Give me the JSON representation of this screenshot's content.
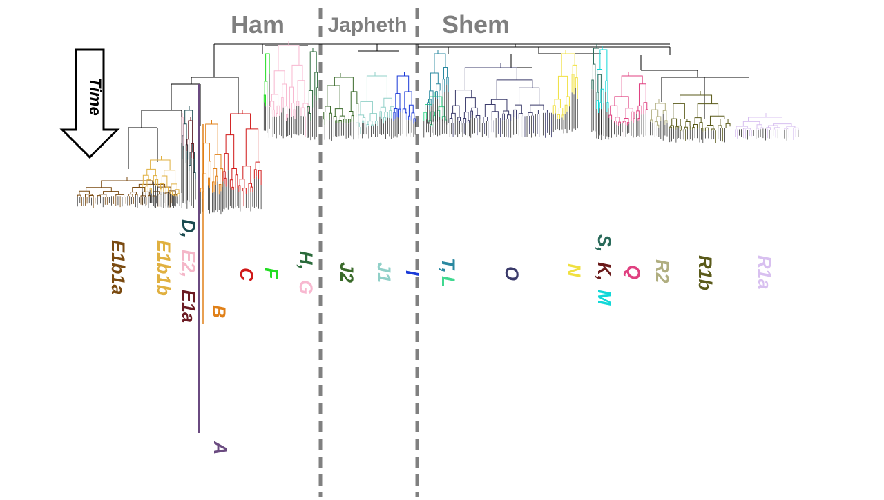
{
  "headers": {
    "ham": "Ham",
    "japheth": "Japheth",
    "shem": "Shem"
  },
  "time_label": "Time",
  "colors": {
    "divider": "#808080",
    "title": "#7f7f7f",
    "trunk": "#000000"
  },
  "haplogroups": {
    "E1b1a": {
      "label": "E1b1a",
      "color": "#7a4a10"
    },
    "E1b1b": {
      "label": "E1b1b",
      "color": "#e0b040"
    },
    "D": {
      "label": "D,",
      "color": "#1a4a50"
    },
    "E2": {
      "label": "E2,",
      "color": "#f4b6c8"
    },
    "E1a": {
      "label": "E1a",
      "color": "#6b1a22"
    },
    "A": {
      "label": "A",
      "color": "#6a4a80"
    },
    "B": {
      "label": "B",
      "color": "#e08018"
    },
    "C": {
      "label": "C",
      "color": "#d01818"
    },
    "F": {
      "label": "F",
      "color": "#22dd22"
    },
    "H": {
      "label": "H,",
      "color": "#2a6a3a"
    },
    "G": {
      "label": "G",
      "color": "#f8b8d0"
    },
    "J2": {
      "label": "J2",
      "color": "#3a6a2a"
    },
    "J1": {
      "label": "J1",
      "color": "#90d0c8"
    },
    "I": {
      "label": "I",
      "color": "#1a3ad8"
    },
    "T": {
      "label": "T,",
      "color": "#2a88a0"
    },
    "L": {
      "label": "L",
      "color": "#40d890"
    },
    "O": {
      "label": "O",
      "color": "#3a3a6a"
    },
    "N": {
      "label": "N",
      "color": "#f0e040"
    },
    "S": {
      "label": "S,",
      "color": "#2a6a5a"
    },
    "K": {
      "label": "K,",
      "color": "#6a1a1a"
    },
    "M": {
      "label": "M",
      "color": "#10d8d8"
    },
    "Q": {
      "label": "Q",
      "color": "#e04080"
    },
    "R2": {
      "label": "R2",
      "color": "#b0ae80"
    },
    "R1b": {
      "label": "R1b",
      "color": "#5a5a1a"
    },
    "R1a": {
      "label": "R1a",
      "color": "#d8c0f0"
    }
  }
}
